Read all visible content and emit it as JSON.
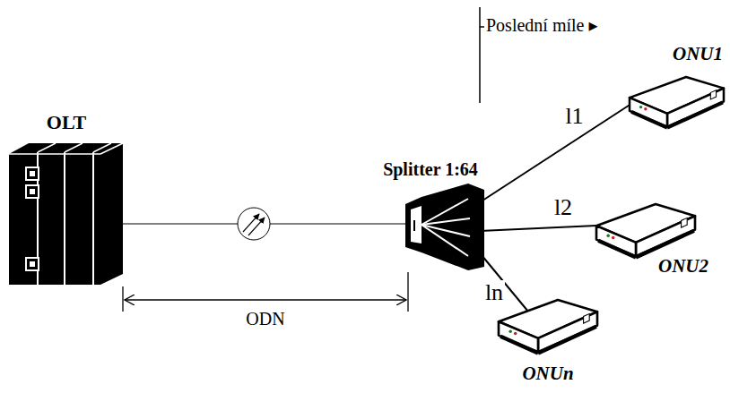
{
  "diagram": {
    "nodes": [
      {
        "text": [
          "OLT"
        ]
      },
      {
        "text": [
          "Splitter 1:64"
        ]
      },
      {
        "text": [
          "ONU1"
        ]
      },
      {
        "text": [
          "ONU2"
        ]
      },
      {
        "text": [
          "ONUn"
        ]
      }
    ],
    "edges": [
      {
        "from": 0,
        "to": 1,
        "arrow": "none"
      },
      {
        "from": 1,
        "to": 2,
        "label": "l1",
        "arrow": "none"
      },
      {
        "from": 1,
        "to": 3,
        "label": "l2",
        "arrow": "none"
      },
      {
        "from": 1,
        "to": 4,
        "label": "ln",
        "arrow": "none"
      }
    ],
    "labels": [
      "Poslední míle ▸",
      "ODN"
    ]
  }
}
